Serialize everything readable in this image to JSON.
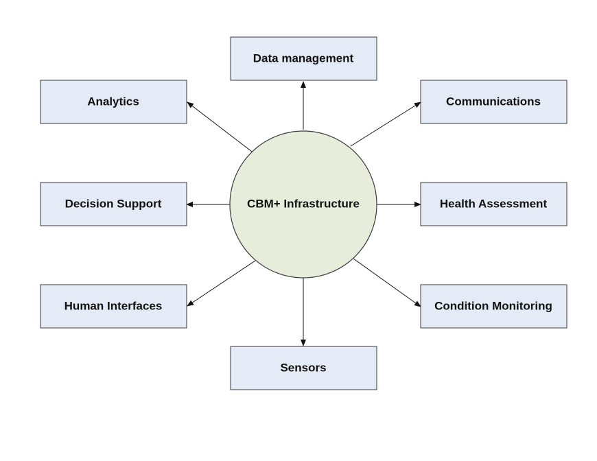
{
  "center": {
    "label": "CBM+ Infrastructure"
  },
  "nodes": [
    {
      "id": "data-management",
      "label": "Data management"
    },
    {
      "id": "analytics",
      "label": "Analytics"
    },
    {
      "id": "communications",
      "label": "Communications"
    },
    {
      "id": "decision-support",
      "label": "Decision Support"
    },
    {
      "id": "health-assessment",
      "label": "Health Assessment"
    },
    {
      "id": "human-interfaces",
      "label": "Human Interfaces"
    },
    {
      "id": "condition-monitoring",
      "label": "Condition Monitoring"
    },
    {
      "id": "sensors",
      "label": "Sensors"
    }
  ],
  "colors": {
    "box_fill": "#e4ebf6",
    "circle_fill": "#e6eedb",
    "stroke": "#3a3a3a",
    "text": "#111111"
  }
}
